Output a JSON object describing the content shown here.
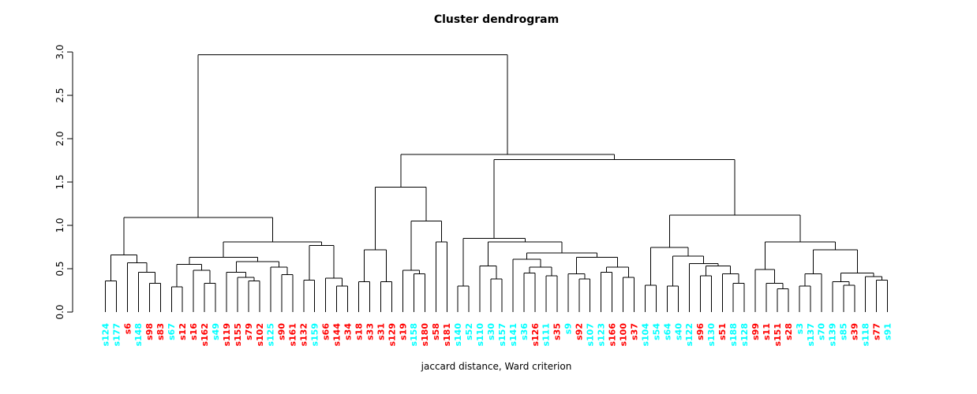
{
  "title": "Cluster dendrogram",
  "xlabel": "jaccard distance, Ward criterion",
  "colors": {
    "red": "#FF0000",
    "cyan": "#00FFFF",
    "line": "#000000"
  },
  "chart_data": {
    "type": "dendrogram",
    "title": "Cluster dendrogram",
    "xlabel": "jaccard distance, Ward criterion",
    "ylabel": "",
    "ylim": [
      0.0,
      3.0
    ],
    "yticks": [
      "0.0",
      "0.5",
      "1.0",
      "1.5",
      "2.0",
      "2.5",
      "3.0"
    ],
    "grid": false,
    "legend": "none",
    "root_height": 2.97,
    "leaves": [
      {
        "label": "s124",
        "color": "cyan"
      },
      {
        "label": "s177",
        "color": "cyan"
      },
      {
        "label": "s6",
        "color": "red"
      },
      {
        "label": "s148",
        "color": "cyan"
      },
      {
        "label": "s98",
        "color": "red"
      },
      {
        "label": "s83",
        "color": "red"
      },
      {
        "label": "s67",
        "color": "cyan"
      },
      {
        "label": "s12",
        "color": "red"
      },
      {
        "label": "s16",
        "color": "red"
      },
      {
        "label": "s162",
        "color": "red"
      },
      {
        "label": "s49",
        "color": "cyan"
      },
      {
        "label": "s119",
        "color": "red"
      },
      {
        "label": "s155",
        "color": "red"
      },
      {
        "label": "s79",
        "color": "red"
      },
      {
        "label": "s102",
        "color": "red"
      },
      {
        "label": "s125",
        "color": "cyan"
      },
      {
        "label": "s90",
        "color": "red"
      },
      {
        "label": "s161",
        "color": "red"
      },
      {
        "label": "s132",
        "color": "red"
      },
      {
        "label": "s159",
        "color": "cyan"
      },
      {
        "label": "s66",
        "color": "red"
      },
      {
        "label": "s144",
        "color": "red"
      },
      {
        "label": "s34",
        "color": "red"
      },
      {
        "label": "s18",
        "color": "red"
      },
      {
        "label": "s33",
        "color": "red"
      },
      {
        "label": "s31",
        "color": "red"
      },
      {
        "label": "s129",
        "color": "red"
      },
      {
        "label": "s19",
        "color": "red"
      },
      {
        "label": "s158",
        "color": "cyan"
      },
      {
        "label": "s180",
        "color": "red"
      },
      {
        "label": "s58",
        "color": "red"
      },
      {
        "label": "s181",
        "color": "red"
      },
      {
        "label": "s140",
        "color": "cyan"
      },
      {
        "label": "s52",
        "color": "cyan"
      },
      {
        "label": "s110",
        "color": "cyan"
      },
      {
        "label": "s30",
        "color": "cyan"
      },
      {
        "label": "s157",
        "color": "cyan"
      },
      {
        "label": "s141",
        "color": "cyan"
      },
      {
        "label": "s36",
        "color": "cyan"
      },
      {
        "label": "s126",
        "color": "red"
      },
      {
        "label": "s111",
        "color": "cyan"
      },
      {
        "label": "s35",
        "color": "red"
      },
      {
        "label": "s9",
        "color": "cyan"
      },
      {
        "label": "s92",
        "color": "red"
      },
      {
        "label": "s107",
        "color": "cyan"
      },
      {
        "label": "s123",
        "color": "cyan"
      },
      {
        "label": "s166",
        "color": "red"
      },
      {
        "label": "s100",
        "color": "red"
      },
      {
        "label": "s37",
        "color": "red"
      },
      {
        "label": "s104",
        "color": "cyan"
      },
      {
        "label": "s54",
        "color": "cyan"
      },
      {
        "label": "s64",
        "color": "cyan"
      },
      {
        "label": "s40",
        "color": "cyan"
      },
      {
        "label": "s122",
        "color": "cyan"
      },
      {
        "label": "s96",
        "color": "red"
      },
      {
        "label": "s130",
        "color": "cyan"
      },
      {
        "label": "s51",
        "color": "red"
      },
      {
        "label": "s188",
        "color": "cyan"
      },
      {
        "label": "s128",
        "color": "cyan"
      },
      {
        "label": "s99",
        "color": "red"
      },
      {
        "label": "s11",
        "color": "red"
      },
      {
        "label": "s151",
        "color": "red"
      },
      {
        "label": "s28",
        "color": "red"
      },
      {
        "label": "s3",
        "color": "cyan"
      },
      {
        "label": "s137",
        "color": "cyan"
      },
      {
        "label": "s70",
        "color": "cyan"
      },
      {
        "label": "s139",
        "color": "cyan"
      },
      {
        "label": "s85",
        "color": "cyan"
      },
      {
        "label": "s39",
        "color": "red"
      },
      {
        "label": "s118",
        "color": "cyan"
      },
      {
        "label": "s77",
        "color": "red"
      },
      {
        "label": "s91",
        "color": "cyan"
      }
    ],
    "tree": [
      2.97,
      [
        1.09,
        [
          0.66,
          [
            0.36,
            "s124",
            "s177"
          ],
          [
            0.57,
            "s6",
            [
              0.46,
              "s148",
              [
                0.33,
                "s98",
                "s83"
              ]
            ]
          ]
        ],
        [
          0.81,
          [
            0.63,
            [
              0.55,
              [
                0.29,
                "s67",
                "s12"
              ],
              [
                0.48,
                "s16",
                [
                  0.33,
                  "s162",
                  "s49"
                ]
              ]
            ],
            [
              0.58,
              [
                0.46,
                "s119",
                [
                  0.4,
                  "s155",
                  [
                    0.36,
                    "s79",
                    "s102"
                  ]
                ]
              ],
              [
                0.52,
                "s125",
                [
                  0.43,
                  "s90",
                  "s161"
                ]
              ]
            ]
          ],
          [
            0.77,
            [
              0.37,
              "s132",
              "s159"
            ],
            [
              0.39,
              "s66",
              [
                0.3,
                "s144",
                "s34"
              ]
            ]
          ]
        ]
      ],
      [
        1.82,
        [
          1.44,
          [
            0.72,
            [
              0.35,
              "s18",
              "s33"
            ],
            [
              0.35,
              "s31",
              "s129"
            ]
          ],
          [
            1.05,
            [
              0.48,
              "s19",
              [
                0.44,
                "s158",
                "s180"
              ]
            ],
            [
              0.81,
              "s58",
              "s181"
            ]
          ]
        ],
        [
          1.76,
          [
            0.85,
            [
              0.3,
              "s140",
              "s52"
            ],
            [
              0.81,
              [
                0.53,
                "s110",
                [
                  0.38,
                  "s30",
                  "s157"
                ]
              ],
              [
                0.68,
                [
                  0.61,
                  "s141",
                  [
                    0.52,
                    [
                      0.45,
                      "s36",
                      "s126"
                    ],
                    [
                      0.42,
                      "s111",
                      "s35"
                    ]
                  ]
                ],
                [
                  0.63,
                  [
                    0.44,
                    "s9",
                    [
                      0.38,
                      "s92",
                      "s107"
                    ]
                  ],
                  [
                    0.52,
                    [
                      0.46,
                      "s123",
                      "s166"
                    ],
                    [
                      0.4,
                      "s100",
                      "s37"
                    ]
                  ]
                ]
              ]
            ]
          ],
          [
            1.12,
            [
              0.745,
              [
                0.31,
                "s104",
                "s54"
              ],
              [
                0.645,
                [
                  0.3,
                  "s64",
                  "s40"
                ],
                [
                  0.56,
                  "s122",
                  [
                    0.53,
                    [
                      0.42,
                      "s96",
                      "s130"
                    ],
                    [
                      0.44,
                      "s51",
                      [
                        0.33,
                        "s188",
                        "s128"
                      ]
                    ]
                  ]
                ]
              ]
            ],
            [
              0.81,
              [
                0.49,
                "s99",
                [
                  0.33,
                  "s11",
                  [
                    0.27,
                    "s151",
                    "s28"
                  ]
                ]
              ],
              [
                0.72,
                [
                  0.44,
                  [
                    0.3,
                    "s3",
                    "s137"
                  ],
                  "s70"
                ],
                [
                  0.45,
                  [
                    0.35,
                    "s139",
                    [
                      0.31,
                      "s85",
                      "s39"
                    ]
                  ],
                  [
                    0.41,
                    "s118",
                    [
                      0.37,
                      "s77",
                      "s91"
                    ]
                  ]
                ]
              ]
            ]
          ]
        ]
      ]
    ]
  }
}
